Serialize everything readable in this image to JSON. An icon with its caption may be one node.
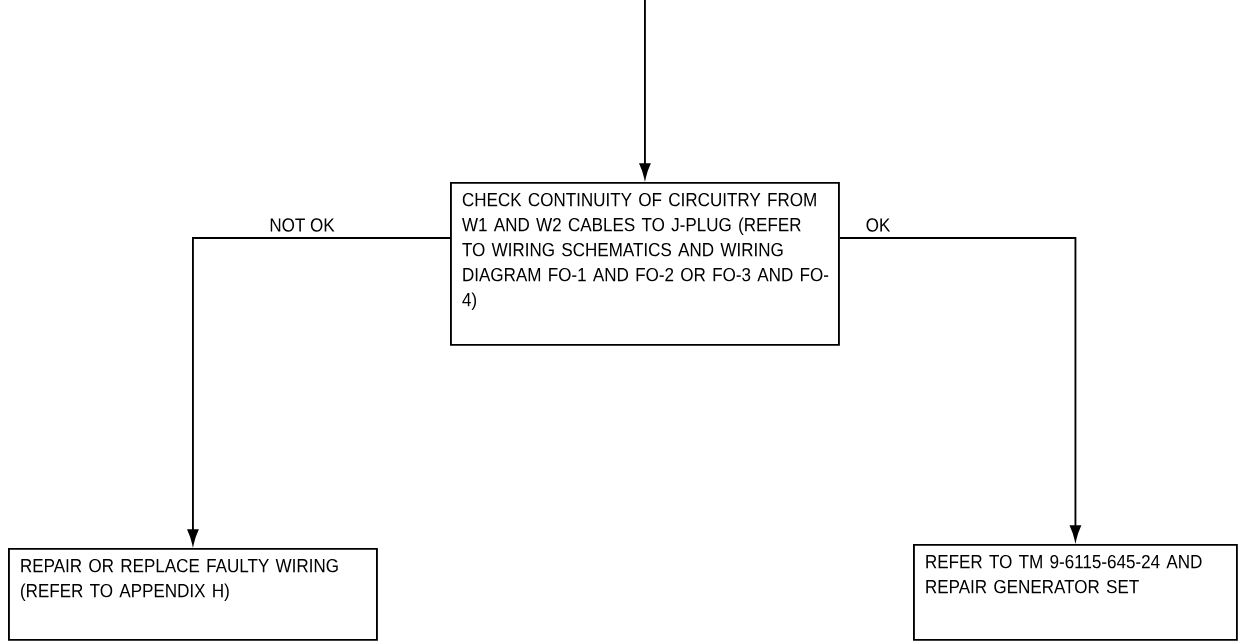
{
  "diagram": {
    "nodes": [
      {
        "text": [
          "CHECK CONTINUITY OF CIRCUITRY FROM W1 AND W2 CABLES TO J-PLUG (REFER TO WIRING SCHEMATICS AND WIRING DIAGRAM FO-1 AND FO-2 OR FO-3 AND FO-4)"
        ]
      },
      {
        "text": [
          "REPAIR OR REPLACE FAULTY WIRING (REFER TO APPENDIX H)"
        ]
      },
      {
        "text": [
          "REFER TO TM 9-6115-645-24 AND REPAIR GENERATOR SET"
        ]
      }
    ],
    "edges": [
      {
        "from": null,
        "to": 0,
        "arrow": "to"
      },
      {
        "from": 0,
        "to": 1,
        "arrow": "to",
        "label": "NOT OK"
      },
      {
        "from": 0,
        "to": 2,
        "arrow": "to",
        "label": "OK"
      }
    ]
  }
}
